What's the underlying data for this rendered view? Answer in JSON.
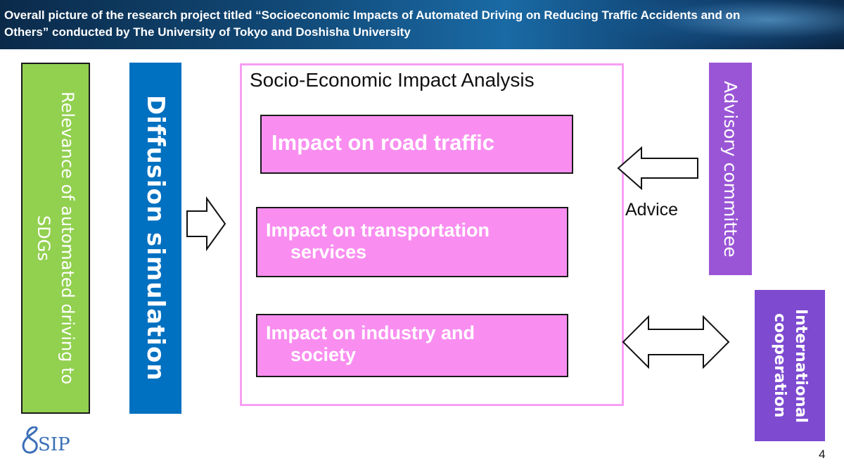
{
  "header": {
    "title": "Overall picture of the research project titled “Socioeconomic Impacts of Automated Driving on Reducing Traffic Accidents and on Others”   conducted by The University of Tokyo and Doshisha University"
  },
  "left_panel": {
    "sdgs_text": "Relevance of automated driving to\nSDGs",
    "diffusion_text": "Diffusion simulation"
  },
  "analysis": {
    "title": "Socio-Economic Impact Analysis",
    "items": [
      {
        "line1": "Impact on road traffic",
        "line2": ""
      },
      {
        "line1": "Impact on transportation",
        "line2": "services"
      },
      {
        "line1": "Impact on industry and",
        "line2": "society"
      }
    ]
  },
  "right_panel": {
    "advisory_text": "Advisory committee",
    "advice_label": "Advice",
    "international_text": "International\ncooperation"
  },
  "footer": {
    "logo_text": "SIP",
    "page_number": "4"
  },
  "colors": {
    "green_box": "#92d050",
    "blue_box": "#0070c0",
    "pink_items": "#f98ef0",
    "pink_frame": "#f79ff5",
    "purple_advisory": "#9a55d6",
    "purple_international": "#7d4ad0",
    "logo_blue": "#3a6fb8"
  }
}
